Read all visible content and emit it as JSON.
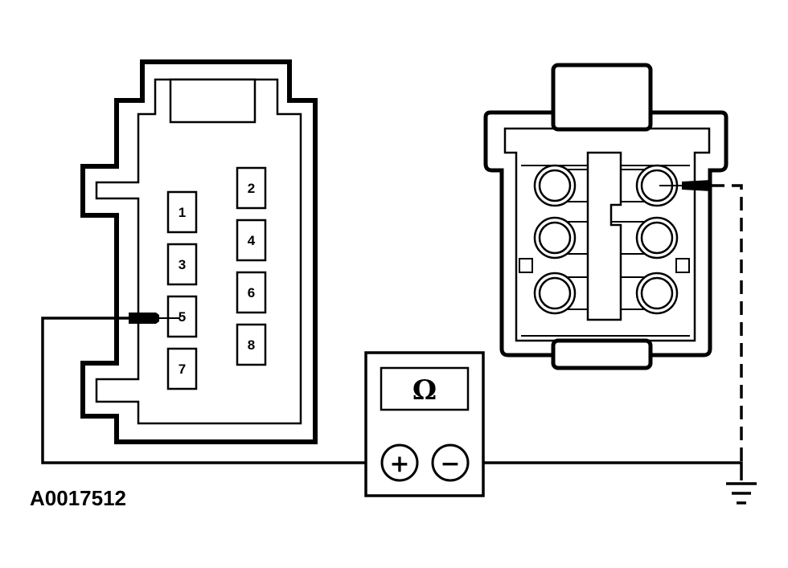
{
  "figure_id": "A0017512",
  "connector_pins": [
    {
      "label": "1",
      "column": "left",
      "row": 0
    },
    {
      "label": "2",
      "column": "right",
      "row": 0
    },
    {
      "label": "3",
      "column": "left",
      "row": 1
    },
    {
      "label": "4",
      "column": "right",
      "row": 1
    },
    {
      "label": "5",
      "column": "left",
      "row": 2
    },
    {
      "label": "6",
      "column": "right",
      "row": 2
    },
    {
      "label": "7",
      "column": "left",
      "row": 3
    },
    {
      "label": "8",
      "column": "right",
      "row": 3
    }
  ],
  "probed_pin": "5",
  "meter": {
    "mode_symbol": "Ω",
    "positive_symbol": "+",
    "negative_symbol": "−"
  },
  "colors": {
    "line": "#000000",
    "background": "#ffffff"
  }
}
